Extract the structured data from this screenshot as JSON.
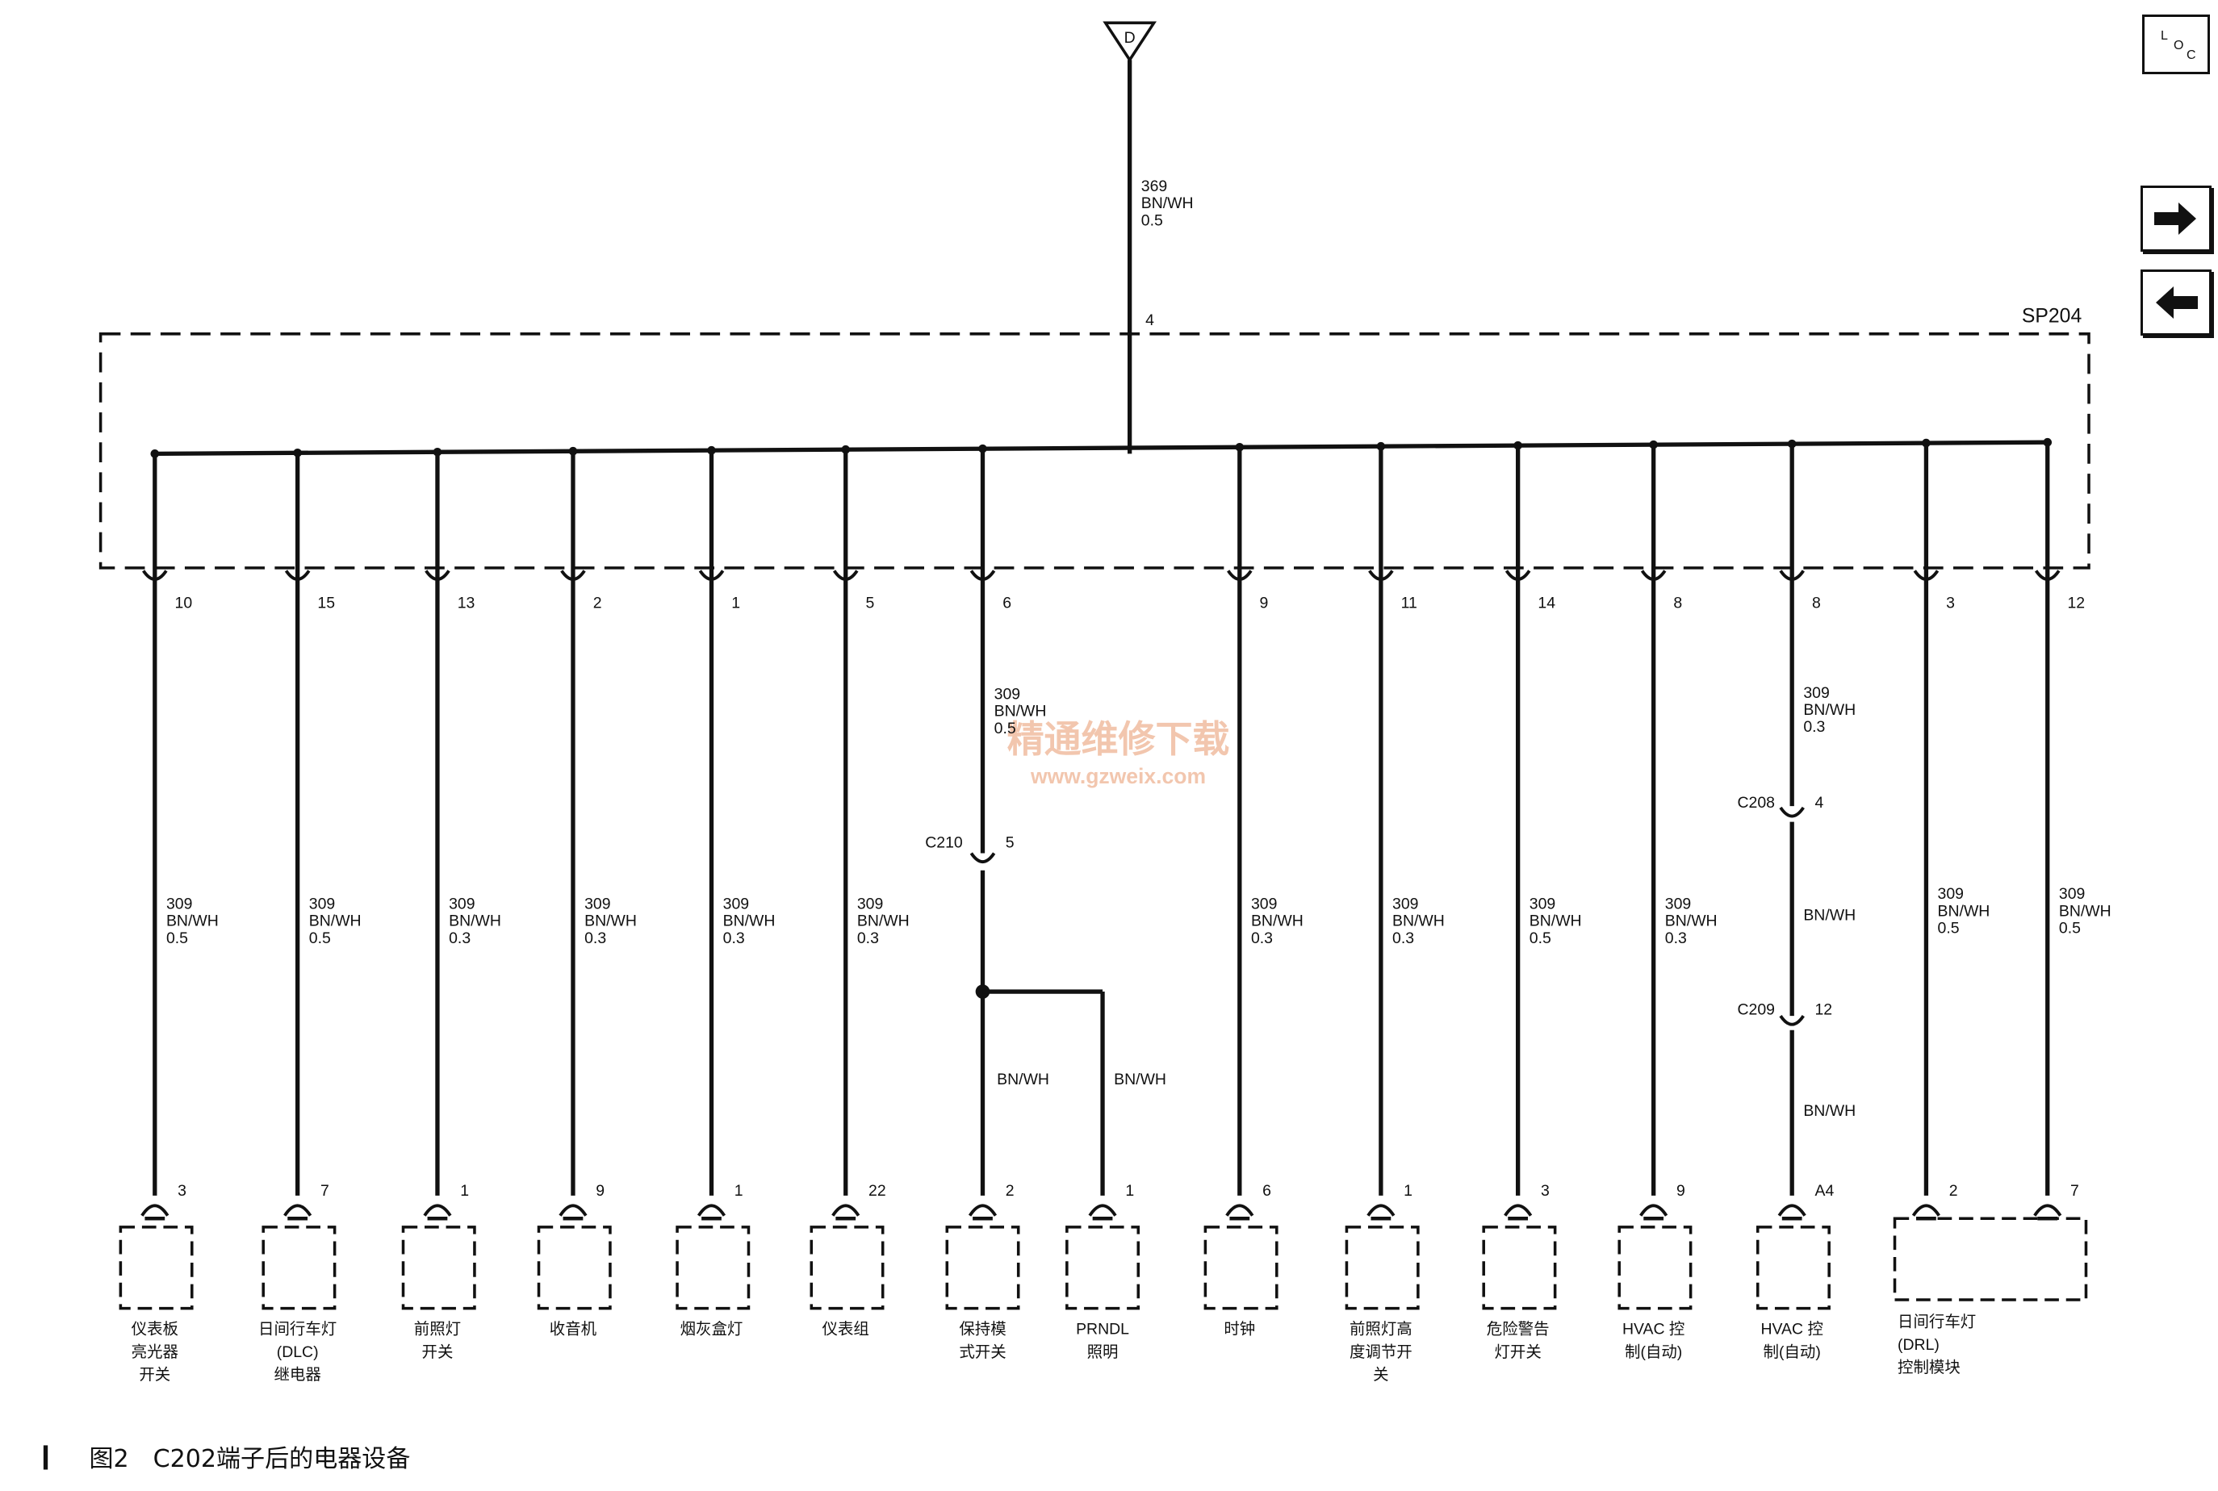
{
  "caption": "图2　C202端子后的电器设备",
  "top_node": "D",
  "top_wire": {
    "circuit": "369",
    "color": "BN/WH",
    "size": "0.5"
  },
  "splice": {
    "name": "SP204",
    "top_pin": "4"
  },
  "nav": {
    "loc": "LOC",
    "next": "next-page",
    "prev": "prev-page"
  },
  "watermark": {
    "cn": "精通维修下载",
    "url": "www.gzweix.com"
  },
  "branches": [
    {
      "sp_pin": "10",
      "wire": [
        "309",
        "BN/WH",
        "0.5"
      ],
      "dev_pin": "3",
      "label": [
        "仪表板",
        "亮光器",
        "开关"
      ]
    },
    {
      "sp_pin": "15",
      "wire": [
        "309",
        "BN/WH",
        "0.5"
      ],
      "dev_pin": "7",
      "label": [
        "日间行车灯",
        "(DLC)",
        "继电器"
      ]
    },
    {
      "sp_pin": "13",
      "wire": [
        "309",
        "BN/WH",
        "0.3"
      ],
      "dev_pin": "1",
      "label": [
        "前照灯",
        "开关"
      ]
    },
    {
      "sp_pin": "2",
      "wire": [
        "309",
        "BN/WH",
        "0.3"
      ],
      "dev_pin": "9",
      "label": [
        "收音机"
      ]
    },
    {
      "sp_pin": "1",
      "wire": [
        "309",
        "BN/WH",
        "0.3"
      ],
      "dev_pin": "1",
      "label": [
        "烟灰盒灯"
      ]
    },
    {
      "sp_pin": "5",
      "wire": [
        "309",
        "BN/WH",
        "0.3"
      ],
      "dev_pin": "22",
      "label": [
        "仪表组"
      ]
    },
    {
      "sp_pin": "6",
      "wire": [
        "309",
        "BN/WH",
        "0.5"
      ],
      "conn": {
        "name": "C210",
        "pin": "5"
      },
      "sub": [
        {
          "wire": "BN/WH",
          "dev_pin": "2",
          "label": [
            "保持模",
            "式开关"
          ]
        },
        {
          "wire": "BN/WH",
          "dev_pin": "1",
          "label": [
            "PRNDL",
            "照明"
          ]
        }
      ]
    },
    {
      "sp_pin": "9",
      "wire": [
        "309",
        "BN/WH",
        "0.3"
      ],
      "dev_pin": "6",
      "label": [
        "时钟"
      ]
    },
    {
      "sp_pin": "11",
      "wire": [
        "309",
        "BN/WH",
        "0.3"
      ],
      "dev_pin": "1",
      "label": [
        "前照灯高",
        "度调节开",
        "关"
      ]
    },
    {
      "sp_pin": "14",
      "wire": [
        "309",
        "BN/WH",
        "0.5"
      ],
      "dev_pin": "3",
      "label": [
        "危险警告",
        "灯开关"
      ]
    },
    {
      "sp_pin": "8",
      "wire": [
        "309",
        "BN/WH",
        "0.3"
      ],
      "dev_pin": "9",
      "label": [
        "HVAC 控",
        "制(自动)"
      ]
    },
    {
      "sp_pin": "8",
      "wire": [
        "309",
        "BN/WH",
        "0.3"
      ],
      "conn1": {
        "name": "C208",
        "pin": "4"
      },
      "mid_wire": "BN/WH",
      "conn2": {
        "name": "C209",
        "pin": "12"
      },
      "low_wire": "BN/WH",
      "dev_pin": "A4",
      "label": [
        "HVAC 控",
        "制(自动)"
      ]
    },
    {
      "sp_pin": "3",
      "wire": [
        "309",
        "BN/WH",
        "0.5"
      ],
      "dev_pin": "2"
    },
    {
      "sp_pin": "12",
      "wire": [
        "309",
        "BN/WH",
        "0.5"
      ],
      "dev_pin": "7"
    }
  ],
  "drl_module_label": [
    "日间行车灯",
    "(DRL)",
    "控制模块"
  ]
}
